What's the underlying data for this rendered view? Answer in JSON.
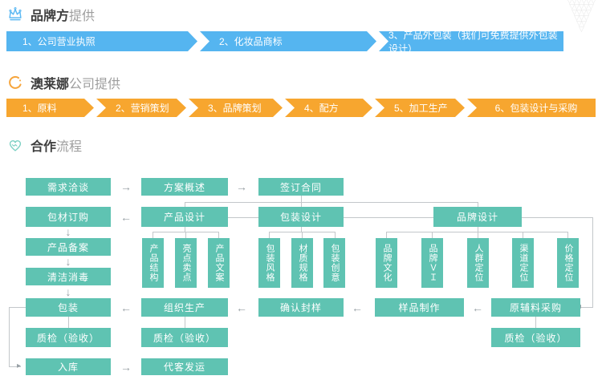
{
  "colors": {
    "blue": "#55B5F0",
    "orange": "#F7A62F",
    "teal": "#5FC3B2",
    "line": "#C3C7CA",
    "arrow": "#98A0A5"
  },
  "sections": {
    "brand": {
      "icon": "crown-icon",
      "title_bold": "品牌方",
      "title_light": "提供",
      "steps": [
        "1、公司营业执照",
        "2、化妆品商标",
        "3、产品外包装（我们可免费提供外包装设计）"
      ]
    },
    "company": {
      "icon": "circle-icon",
      "title_bold": "澳莱娜",
      "title_light": "公司提供",
      "steps": [
        "1、原料",
        "2、营销策划",
        "3、品牌策划",
        "4、配方",
        "5、加工生产",
        "6、包装设计与采购"
      ]
    },
    "process": {
      "icon": "handshake-icon",
      "title_bold": "合作",
      "title_light": "流程"
    }
  },
  "flowchart": {
    "nodes": {
      "demand": "需求洽谈",
      "plan": "方案概述",
      "contract": "签订合同",
      "pack_order": "包材订购",
      "product_design": "产品设计",
      "pack_design": "包装设计",
      "brand_design": "品牌设计",
      "record": "产品备案",
      "clean": "清洁消毒",
      "ps1": "产品结构",
      "ps2": "亮点卖点",
      "ps3": "产品文案",
      "pk1": "包装风格",
      "pk2": "材质规格",
      "pk3": "包装创意",
      "bd1": "品牌文化",
      "bd2": "品牌ＶＩ",
      "bd3": "人群定位",
      "bd4": "渠道定位",
      "bd5": "价格定位",
      "packaging": "包装",
      "produce": "组织生产",
      "confirm": "确认封样",
      "sample": "样品制作",
      "material": "原辅料采购",
      "qc": "质检（验收）",
      "storage": "入库",
      "ship": "代客发运"
    }
  },
  "icons": {
    "arrow_right": "→",
    "arrow_left": "←",
    "arrow_down": "↓",
    "tri_right": "▸",
    "tri_left": "◂"
  },
  "decor": {
    "triangles": "▽▽▽▽▽▽\n▽▽▽▽▽\n▽▽▽▽\n▽▽▽\n▽▽\n▽"
  }
}
